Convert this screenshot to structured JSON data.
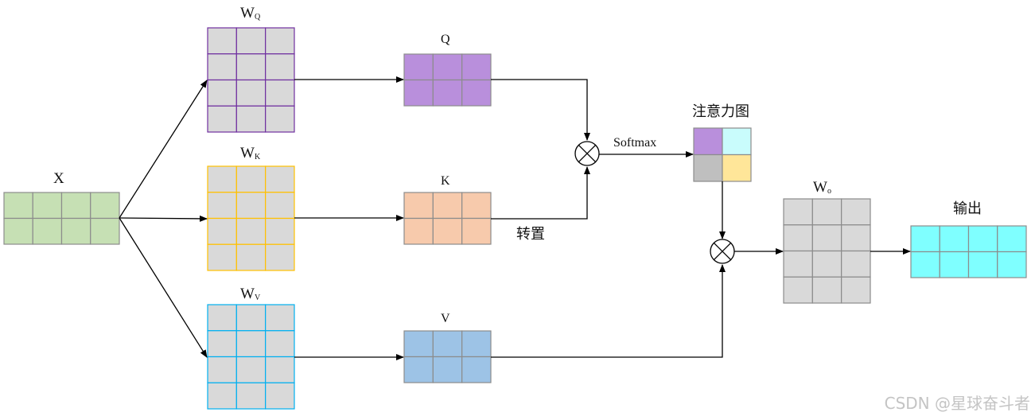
{
  "labels": {
    "x": "X",
    "wq_main": "W",
    "wq_sub": "Q",
    "wk_main": "W",
    "wk_sub": "K",
    "wv_main": "W",
    "wv_sub": "V",
    "q": "Q",
    "k": "K",
    "v": "V",
    "attention_map": "注意力图",
    "softmax": "Softmax",
    "transpose": "转置",
    "wo_main": "W",
    "wo_sub": "o",
    "output": "输出"
  },
  "watermark": "CSDN @星球奋斗者",
  "colors": {
    "x_fill": "#c6e0b4",
    "x_border": "#8c8c8c",
    "grey_fill": "#d9d9d9",
    "wq_border": "#7030a0",
    "wk_border": "#ffc000",
    "wv_border": "#00b0f0",
    "q_fill": "#b98fdc",
    "k_fill": "#f7caac",
    "v_fill": "#9dc3e6",
    "out_fill": "#7fffff",
    "attn": [
      "#b98fdc",
      "#c9fcfc",
      "#bfbfbf",
      "#ffe699"
    ]
  },
  "icons": {
    "multiply": "circled-times-icon",
    "arrow": "arrowhead-icon"
  }
}
